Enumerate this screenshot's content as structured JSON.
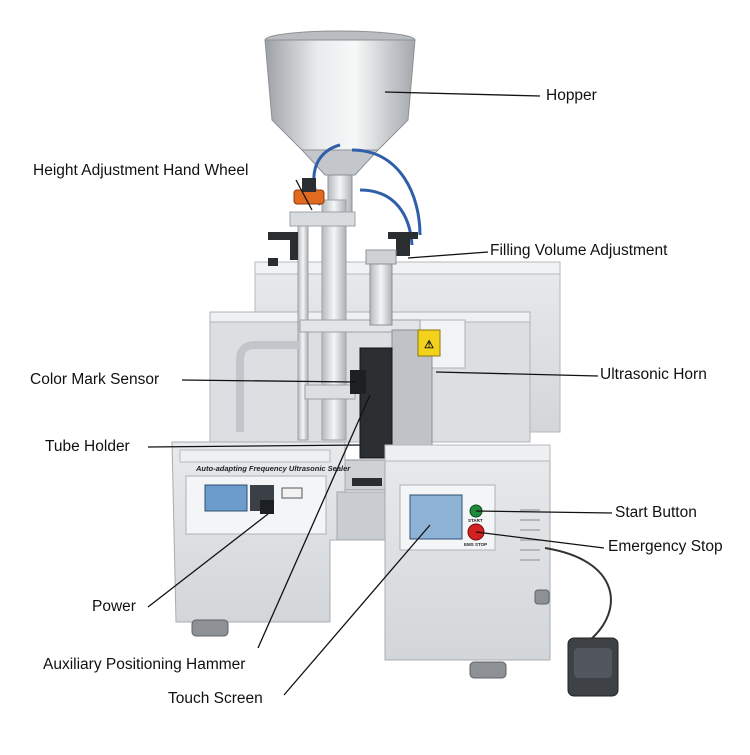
{
  "labels": {
    "hopper": "Hopper",
    "height_wheel": "Height Adjustment Hand Wheel",
    "filling_volume": "Filling Volume Adjustment",
    "color_sensor": "Color Mark Sensor",
    "ultrasonic_horn": "Ultrasonic Horn",
    "tube_holder": "Tube Holder",
    "start_button": "Start Button",
    "emergency_stop": "Emergency Stop",
    "power": "Power",
    "aux_hammer": "Auxiliary Positioning Hammer",
    "touch_screen": "Touch Screen"
  },
  "machine_text": {
    "panel_title": "Auto-adapting Frequency Ultrasonic Sealer",
    "start": "START",
    "ems_stop": "EMS STOP"
  },
  "colors": {
    "steel_light": "#e4e6e8",
    "steel_mid": "#c9ccd0",
    "steel_dark": "#9a9ea3",
    "hose_blue": "#2f5fa8",
    "warning_yellow": "#f3d21c",
    "start_green": "#1f8a3a",
    "stop_red": "#d32020",
    "screen_blue": "#8fb3d6",
    "wheel_orange": "#e06a20",
    "pedal_dark": "#3e4247"
  }
}
